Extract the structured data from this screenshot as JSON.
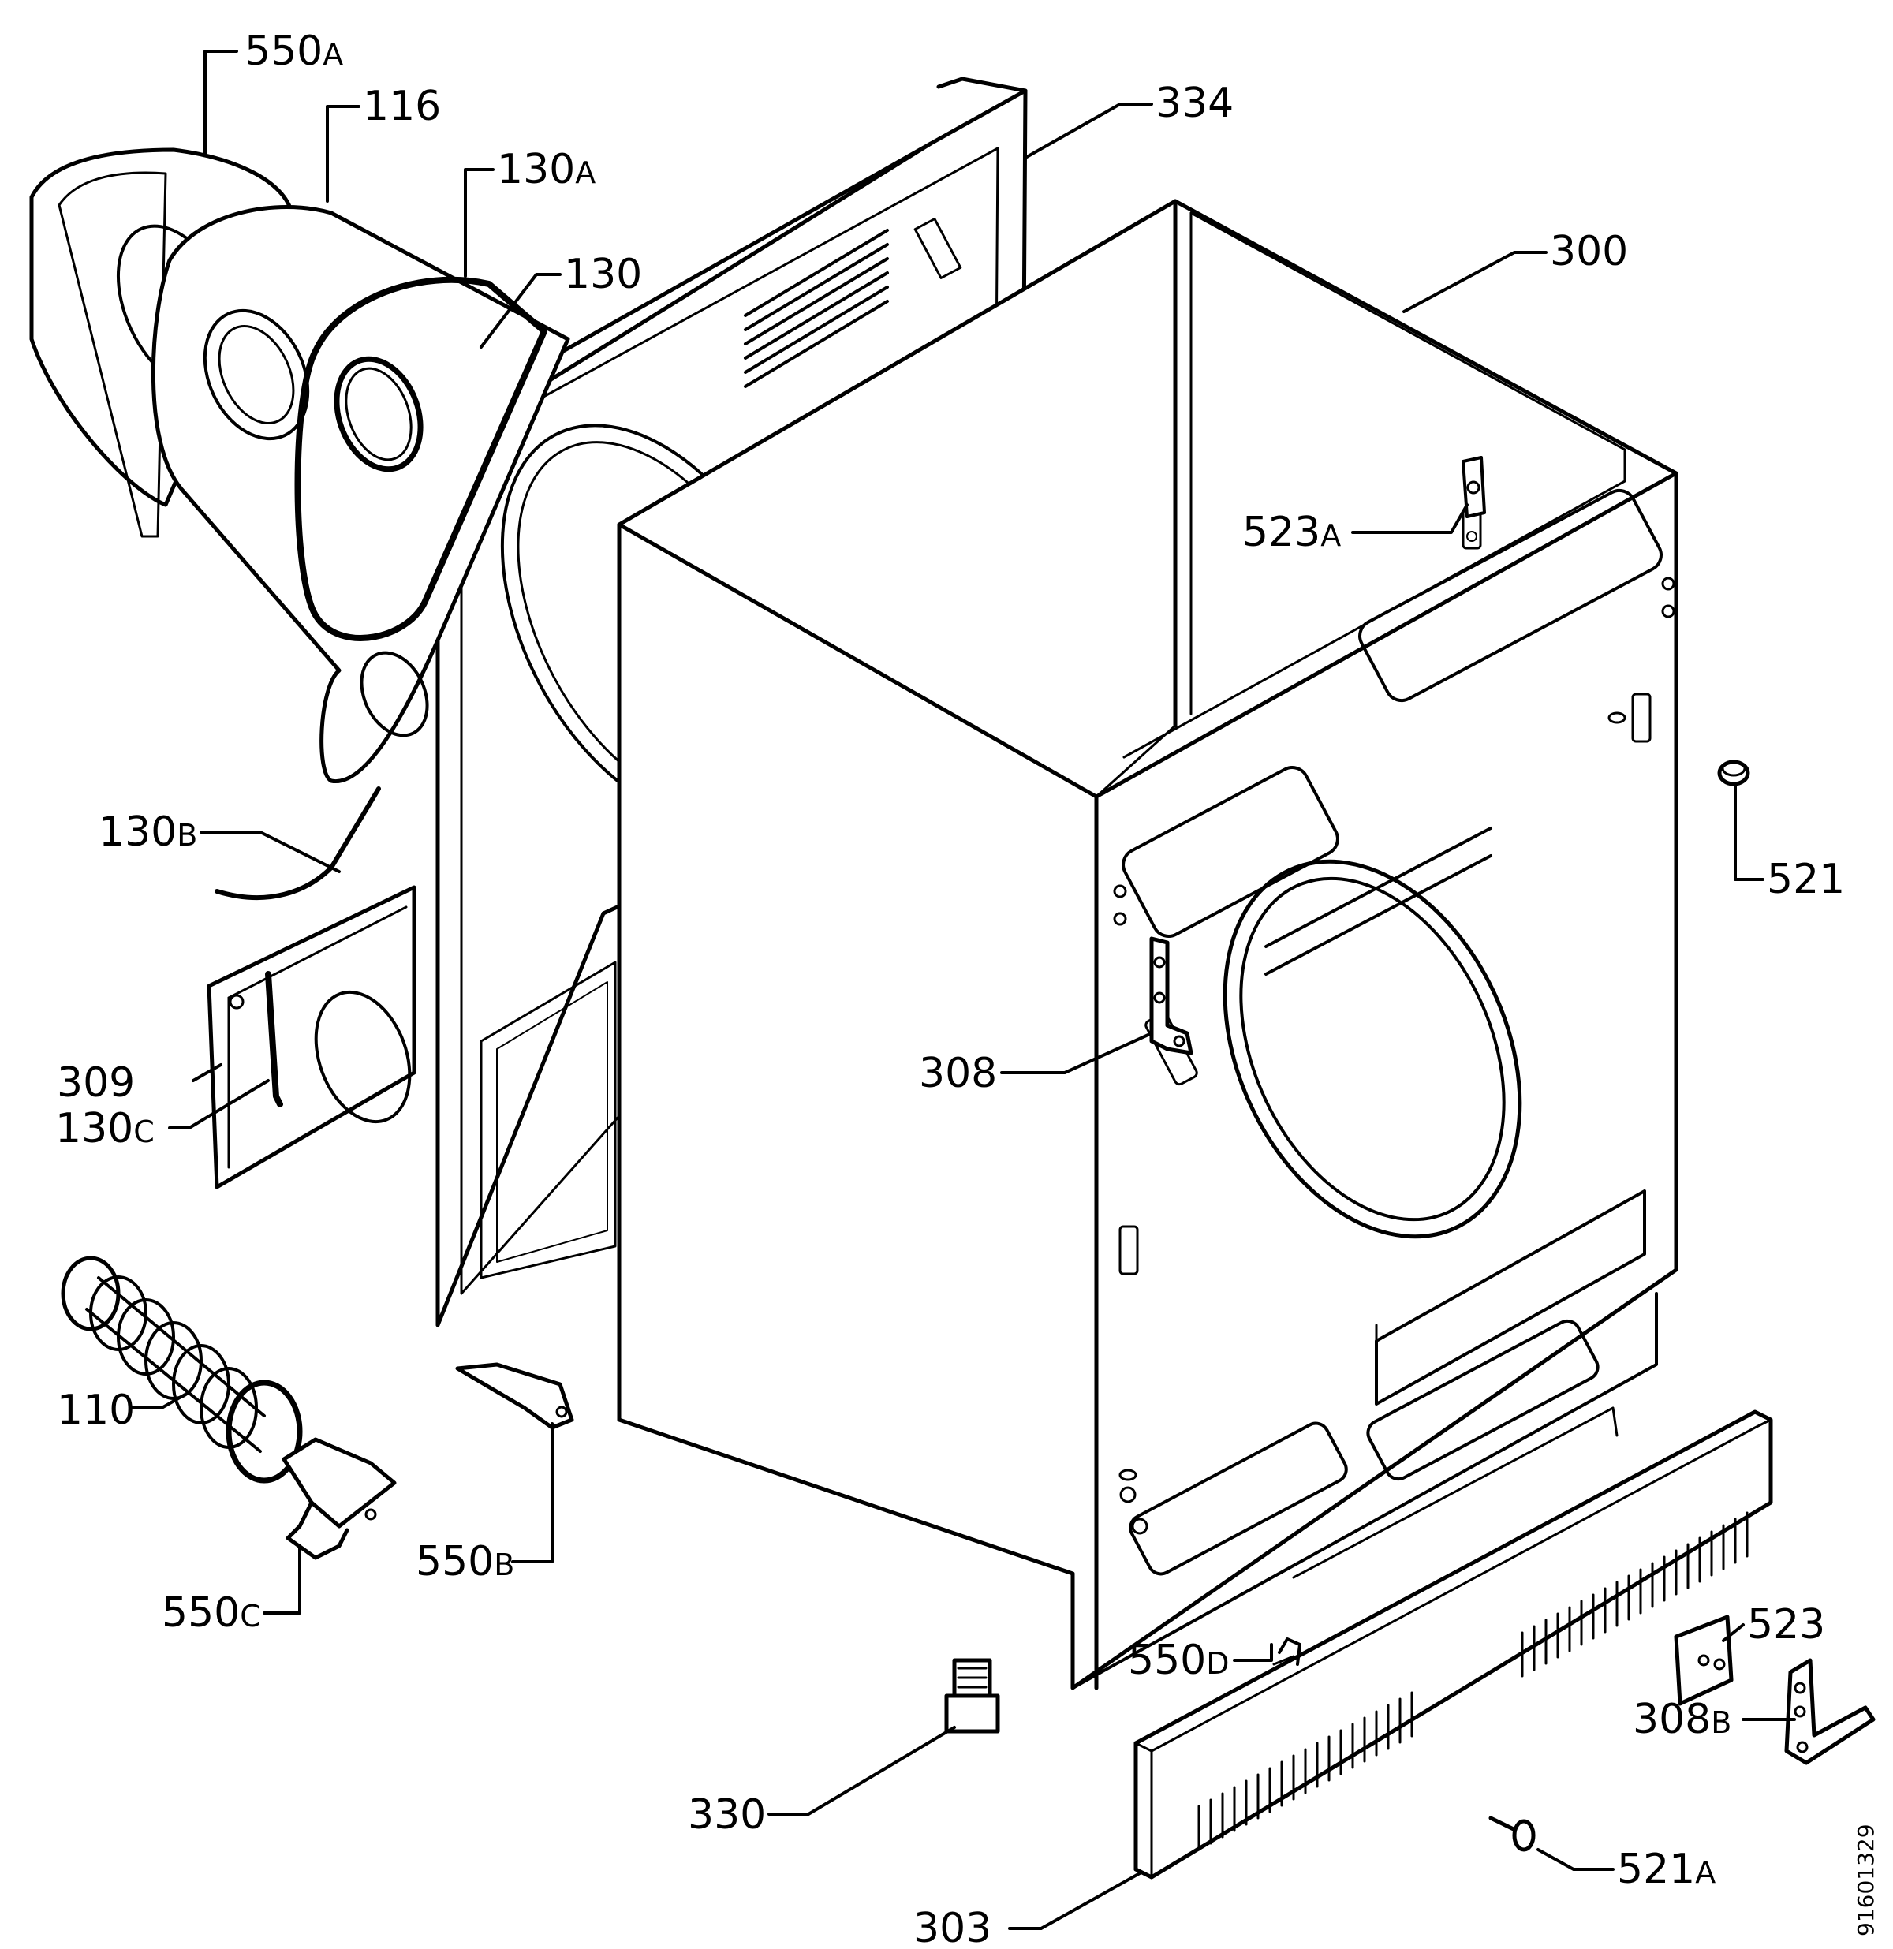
{
  "diagram": {
    "doc_number": "91601329",
    "labels": [
      {
        "id": "550A",
        "num": "550",
        "suffix": "A"
      },
      {
        "id": "116",
        "num": "116",
        "suffix": ""
      },
      {
        "id": "130A",
        "num": "130",
        "suffix": "A"
      },
      {
        "id": "130",
        "num": "130",
        "suffix": ""
      },
      {
        "id": "334",
        "num": "334",
        "suffix": ""
      },
      {
        "id": "300",
        "num": "300",
        "suffix": ""
      },
      {
        "id": "523A",
        "num": "523",
        "suffix": "A"
      },
      {
        "id": "521",
        "num": "521",
        "suffix": ""
      },
      {
        "id": "130B",
        "num": "130",
        "suffix": "B"
      },
      {
        "id": "309",
        "num": "309",
        "suffix": ""
      },
      {
        "id": "130C",
        "num": "130",
        "suffix": "C"
      },
      {
        "id": "308",
        "num": "308",
        "suffix": ""
      },
      {
        "id": "110",
        "num": "110",
        "suffix": ""
      },
      {
        "id": "550B",
        "num": "550",
        "suffix": "B"
      },
      {
        "id": "550C",
        "num": "550",
        "suffix": "C"
      },
      {
        "id": "550D",
        "num": "550",
        "suffix": "D"
      },
      {
        "id": "523",
        "num": "523",
        "suffix": ""
      },
      {
        "id": "308B",
        "num": "308",
        "suffix": "B"
      },
      {
        "id": "330",
        "num": "330",
        "suffix": ""
      },
      {
        "id": "521A",
        "num": "521",
        "suffix": "A"
      },
      {
        "id": "303",
        "num": "303",
        "suffix": ""
      }
    ]
  }
}
